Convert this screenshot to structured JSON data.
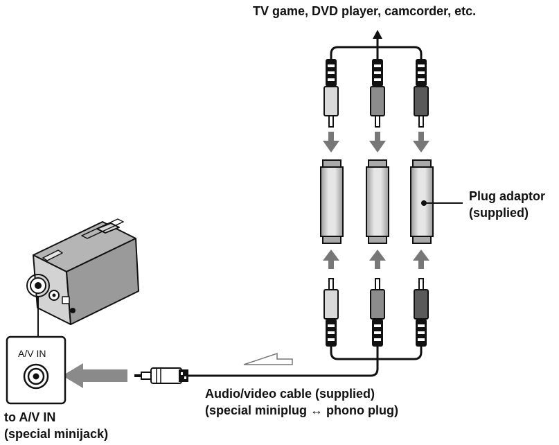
{
  "labels": {
    "top_devices": "TV game, DVD player, camcorder, etc.",
    "plug_adaptor_line1": "Plug adaptor",
    "plug_adaptor_line2": "(supplied)",
    "jack_panel": "A/V IN",
    "cable_line1": "Audio/video cable (supplied)",
    "cable_line2": "(special miniplug ↔ phono plug)",
    "to_av_in_line1": "to A/V IN",
    "to_av_in_line2": "(special minijack)"
  },
  "colors": {
    "line": "#111111",
    "plug_light": "#d9d9d9",
    "plug_mid": "#8c8c8c",
    "plug_dark": "#5a5a5a",
    "arrow": "#777777",
    "adaptor_fill": "#d4d4d4"
  }
}
